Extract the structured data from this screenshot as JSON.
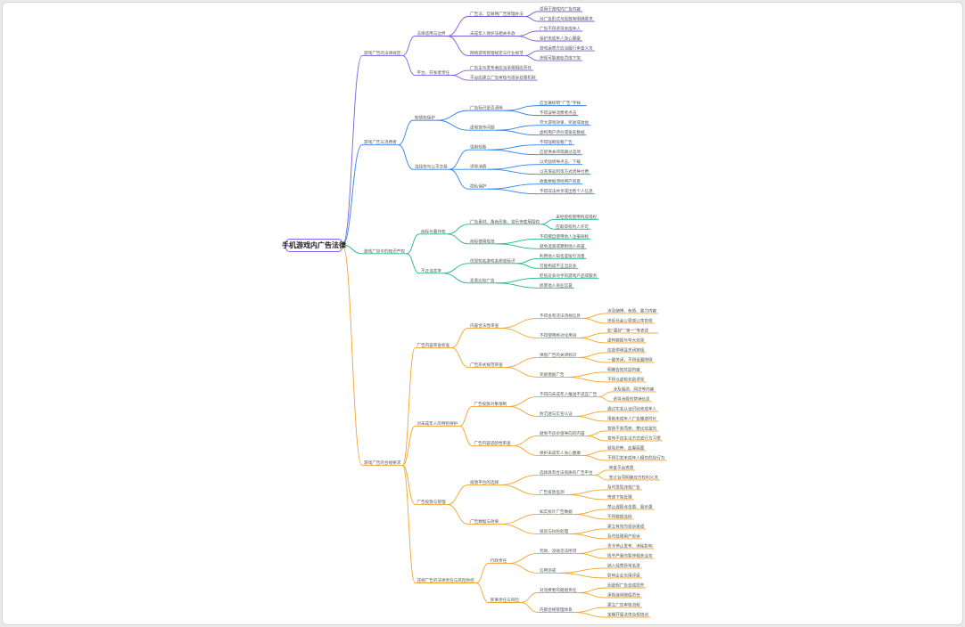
{
  "mindmap": {
    "root": "手机游戏内广告法律",
    "line_colors": {
      "purple": "#7c5ce0",
      "blue": "#2f80ed",
      "green": "#1fb487",
      "orange": "#f2a32c"
    },
    "branches": [
      {
        "label": "游戏广告的法律规定",
        "color": "purple",
        "children": [
          {
            "label": "法律适用与边界",
            "children": [
              {
                "label": "广告法、互联网广告管理办法",
                "children": [
                  {
                    "label": "适用于游戏内广告内容"
                  },
                  {
                    "label": "对广告形式与投放有明确要求"
                  }
                ]
              },
              {
                "label": "未成年人保护法相关条款",
                "children": [
                  {
                    "label": "广告不得诱导未成年人"
                  },
                  {
                    "label": "保护未成年人身心健康"
                  }
                ]
              },
              {
                "label": "网络游戏管理规定与行业规范",
                "children": [
                  {
                    "label": "游戏运营方应当履行审查义务"
                  },
                  {
                    "label": "违规可能被处罚或下架"
                  }
                ]
              }
            ]
          },
          {
            "label": "平台、开发者责任",
            "children": [
              {
                "label": "广告主与发布者应当承担相应责任"
              },
              {
                "label": "平台应建立广告审核与投诉处理机制"
              }
            ]
          }
        ]
      },
      {
        "label": "游戏广告与消费者",
        "color": "blue",
        "children": [
          {
            "label": "知情权保护",
            "children": [
              {
                "label": "广告标识是否清晰",
                "children": [
                  {
                    "label": "应显著标明“广告”字样"
                  },
                  {
                    "label": "不得误导消费者点击"
                  }
                ]
              },
              {
                "label": "虚假宣传问题",
                "children": [
                  {
                    "label": "夸大游戏效果、奖励或收益"
                  },
                  {
                    "label": "虚构用户评价或排名数据"
                  }
                ]
              }
            ]
          },
          {
            "label": "选择权与公平交易",
            "children": [
              {
                "label": "强制观看",
                "children": [
                  {
                    "label": "不得强制观看广告"
                  },
                  {
                    "label": "应提供关闭或跳过选项"
                  }
                ]
              },
              {
                "label": "诱导消费",
                "children": [
                  {
                    "label": "以奖励诱导点击、下载"
                  },
                  {
                    "label": "以充值返利等方式诱导付费"
                  }
                ]
              },
              {
                "label": "隐私保护",
                "children": [
                  {
                    "label": "收集数据须经用户同意"
                  },
                  {
                    "label": "不得非法共享或出售个人信息"
                  }
                ]
              }
            ]
          }
        ]
      },
      {
        "label": "游戏广告中的知识产权",
        "color": "green",
        "children": [
          {
            "label": "商标与著作权",
            "children": [
              {
                "label": "广告素材、角色形象、音乐等使用授权",
                "children": [
                  {
                    "label": "未经授权使用构成侵权"
                  },
                  {
                    "label": "应取得权利人许可"
                  }
                ]
              },
              {
                "label": "商标使用规范",
                "children": [
                  {
                    "label": "不得擅自使用他人注册商标"
                  },
                  {
                    "label": "避免混淆或攀附他人商誉"
                  }
                ]
              }
            ]
          },
          {
            "label": "不正当竞争",
            "children": [
              {
                "label": "仿冒知名游戏名称或标识",
                "children": [
                  {
                    "label": "利用他人知名度吸引流量"
                  },
                  {
                    "label": "可能构成不正当竞争"
                  }
                ]
              },
              {
                "label": "恶意比较广告",
                "children": [
                  {
                    "label": "贬低竞争对手的游戏产品或服务"
                  },
                  {
                    "label": "损害他人商业信誉"
                  }
                ]
              }
            ]
          }
        ]
      },
      {
        "label": "游戏广告的合规要求",
        "color": "orange",
        "children": [
          {
            "label": "广告内容审查标准",
            "children": [
              {
                "label": "内容合法性审查",
                "children": [
                  {
                    "label": "不得含有违法违规信息",
                    "children": [
                      {
                        "label": "涉及赌博、色情、暴力内容"
                      },
                      {
                        "label": "违反社会公德或公序良俗"
                      }
                    ]
                  },
                  {
                    "label": "不得使用绝对化用语",
                    "children": [
                      {
                        "label": "如“最好”“第一”等表述"
                      },
                      {
                        "label": "虚构数据与夸大效果"
                      }
                    ]
                  }
                ]
              },
              {
                "label": "广告形式规范审查",
                "children": [
                  {
                    "label": "弹窗广告的关闭标识",
                    "children": [
                      {
                        "label": "应提供明显关闭按钮"
                      },
                      {
                        "label": "一键关闭，不得设置障碍"
                      }
                    ]
                  },
                  {
                    "label": "奖励激励广告",
                    "children": [
                      {
                        "label": "明确告知奖励内容"
                      },
                      {
                        "label": "不得以虚假奖励诱导"
                      }
                    ]
                  }
                ]
              }
            ]
          },
          {
            "label": "对未成年人的特别保护",
            "children": [
              {
                "label": "广告投放对象限制",
                "children": [
                  {
                    "label": "不得向未成年人推送不适宜广告",
                    "children": [
                      {
                        "label": "涉及烟酒、网贷等内容"
                      },
                      {
                        "label": "诱导消费的营销信息"
                      }
                    ]
                  },
                  {
                    "label": "防沉迷与实名认证",
                    "children": [
                      {
                        "label": "通过实名认证识别未成年人"
                      },
                      {
                        "label": "限制未成年人广告推送时长"
                      }
                    ]
                  }
                ]
              },
              {
                "label": "广告内容适龄性审查",
                "children": [
                  {
                    "label": "避免不良价值导向的内容",
                    "children": [
                      {
                        "label": "宣扬不劳而获、攀比炫富的"
                      },
                      {
                        "label": "宣传不良生活方式或行为习惯"
                      }
                    ]
                  },
                  {
                    "label": "保护未成年人身心健康",
                    "children": [
                      {
                        "label": "避免恐怖、血腥画面"
                      },
                      {
                        "label": "不得引发未成年人模仿危险行为"
                      }
                    ]
                  }
                ]
              }
            ]
          },
          {
            "label": "广告投放与管理",
            "children": [
              {
                "label": "投放平台的选择",
                "children": [
                  {
                    "label": "选择具有合法资质的广告平台",
                    "children": [
                      {
                        "label": "审查平台资质"
                      },
                      {
                        "label": "签订合同明确双方权利义务"
                      }
                    ]
                  },
                  {
                    "label": "广告投放监测",
                    "children": [
                      {
                        "label": "及时发现违规广告"
                      },
                      {
                        "label": "快速下架处理"
                      }
                    ]
                  }
                ]
              },
              {
                "label": "广告数据与效果",
                "children": [
                  {
                    "label": "如实统计广告数据",
                    "children": [
                      {
                        "label": "禁止虚报点击量、展示量"
                      },
                      {
                        "label": "不得数据造假"
                      }
                    ]
                  },
                  {
                    "label": "投诉与纠纷处理",
                    "children": [
                      {
                        "label": "建立有效的投诉渠道"
                      },
                      {
                        "label": "及时处理用户投诉"
                      }
                    ]
                  }
                ]
              }
            ]
          },
          {
            "label": "违规广告的法律责任与风险防控",
            "children": [
              {
                "label": "行政责任",
                "children": [
                  {
                    "label": "罚款、没收违法所得",
                    "children": [
                      {
                        "label": "责令停止发布、消除影响"
                      },
                      {
                        "label": "情节严重的暂停相关业务"
                      }
                    ]
                  },
                  {
                    "label": "信用惩戒",
                    "children": [
                      {
                        "label": "纳入经营异常名录"
                      },
                      {
                        "label": "影响企业信用评级"
                      }
                    ]
                  }
                ]
              },
              {
                "label": "民事责任与风险",
                "children": [
                  {
                    "label": "对消费者的赔偿责任",
                    "children": [
                      {
                        "label": "因虚假广告造成损失"
                      },
                      {
                        "label": "承担连带赔偿责任"
                      }
                    ]
                  },
                  {
                    "label": "内部合规管理体系",
                    "children": [
                      {
                        "label": "建立广告审核流程"
                      },
                      {
                        "label": "定期开展法律合规培训"
                      }
                    ]
                  }
                ]
              }
            ]
          }
        ]
      }
    ]
  }
}
